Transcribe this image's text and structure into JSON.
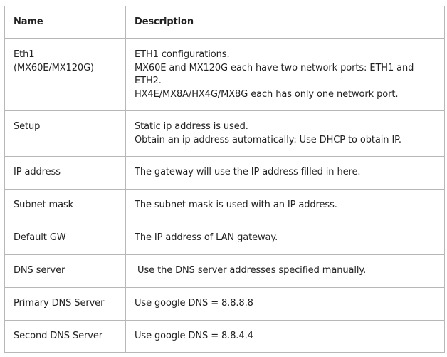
{
  "table": {
    "headers": {
      "name": "Name",
      "description": "Description"
    },
    "rows": [
      {
        "name_lines": [
          "Eth1",
          "(MX60E/MX120G)"
        ],
        "description_lines": [
          "ETH1 configurations.",
          "MX60E and MX120G each have two network ports: ETH1 and ETH2.",
          "HX4E/MX8A/HX4G/MX8G each has only one network port."
        ]
      },
      {
        "name_lines": [
          "Setup"
        ],
        "description_lines": [
          "Static ip address is used.",
          "Obtain an ip address automatically: Use DHCP to obtain IP."
        ]
      },
      {
        "name_lines": [
          "IP address"
        ],
        "description_lines": [
          "The gateway will use the IP address filled in here."
        ]
      },
      {
        "name_lines": [
          "Subnet mask"
        ],
        "description_lines": [
          "The subnet mask is used with an IP address."
        ]
      },
      {
        "name_lines": [
          "Default GW"
        ],
        "description_lines": [
          "The IP address of LAN gateway."
        ]
      },
      {
        "name_lines": [
          "DNS server"
        ],
        "description_lines": [
          "Use the DNS server addresses specified manually."
        ]
      },
      {
        "name_lines": [
          "Primary DNS Server"
        ],
        "description_lines": [
          "Use google DNS = 8.8.8.8"
        ]
      },
      {
        "name_lines": [
          "Second DNS Server"
        ],
        "description_lines": [
          "Use google DNS = 8.8.4.4"
        ]
      }
    ]
  }
}
